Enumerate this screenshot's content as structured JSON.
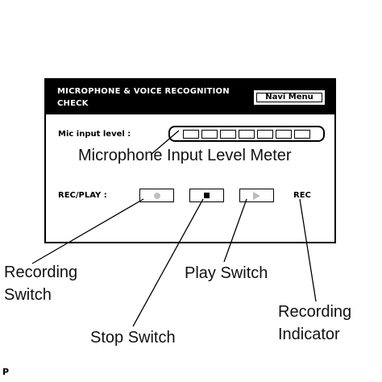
{
  "screen": {
    "title": "MICROPHONE & VOICE RECOGNITION CHECK",
    "navi_button": "Navi Menu",
    "mic_input_label": "Mic input level :",
    "meter_segments": 7,
    "rec_play_label": "REC/PLAY :",
    "rec_indicator": "REC"
  },
  "callouts": {
    "meter": "Microphone Input Level Meter",
    "recording_switch_line1": "Recording",
    "recording_switch_line2": "Switch",
    "play_switch": "Play Switch",
    "stop_switch": "Stop Switch",
    "recording_indicator_line1": "Recording",
    "recording_indicator_line2": "Indicator"
  },
  "footer": {
    "mark": "P"
  }
}
